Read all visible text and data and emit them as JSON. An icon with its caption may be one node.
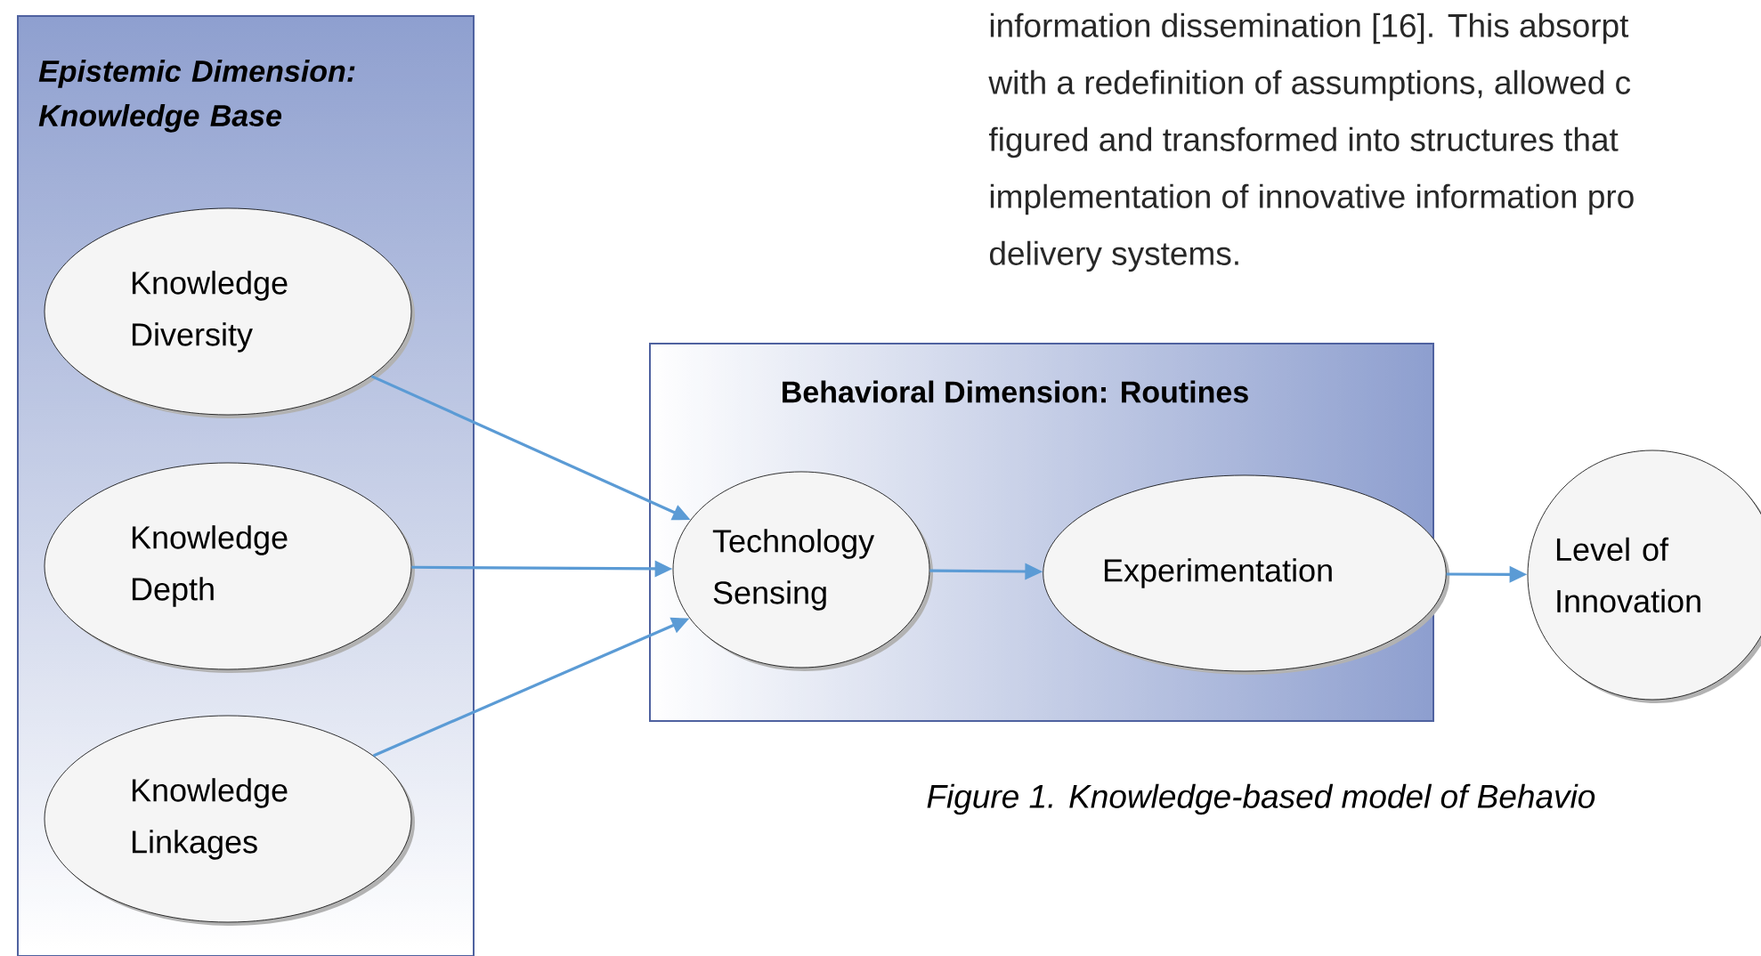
{
  "diagram": {
    "caption": "Figure 1. Knowledge-based model of Behavio",
    "nodes": [
      {
        "text": [
          "Epistemic Dimension: Knowledge Base"
        ]
      },
      {
        "text": [
          "Knowledge Diversity"
        ],
        "in": 0
      },
      {
        "text": [
          "Knowledge Depth"
        ],
        "in": 0
      },
      {
        "text": [
          "Knowledge Linkages"
        ],
        "in": 0
      },
      {
        "text": [
          "Behavioral Dimension: Routines"
        ]
      },
      {
        "text": [
          "Technology Sensing"
        ],
        "in": 4
      },
      {
        "text": [
          "Experimentation"
        ],
        "in": 4
      },
      {
        "text": [
          "Level of Innovation"
        ]
      }
    ],
    "edges": [
      {
        "from": 1,
        "to": 5,
        "arrow": "to"
      },
      {
        "from": 2,
        "to": 5,
        "arrow": "to"
      },
      {
        "from": 3,
        "to": 5,
        "arrow": "to"
      },
      {
        "from": 5,
        "to": 6,
        "arrow": "to"
      },
      {
        "from": 6,
        "to": 7,
        "arrow": "to"
      }
    ],
    "labels": [
      "information dissemination [16]. This absorpt",
      "with a redefinition of assumptions, allowed c",
      "figured and transformed into structures that",
      "implementation of innovative information pro",
      "delivery systems."
    ]
  }
}
